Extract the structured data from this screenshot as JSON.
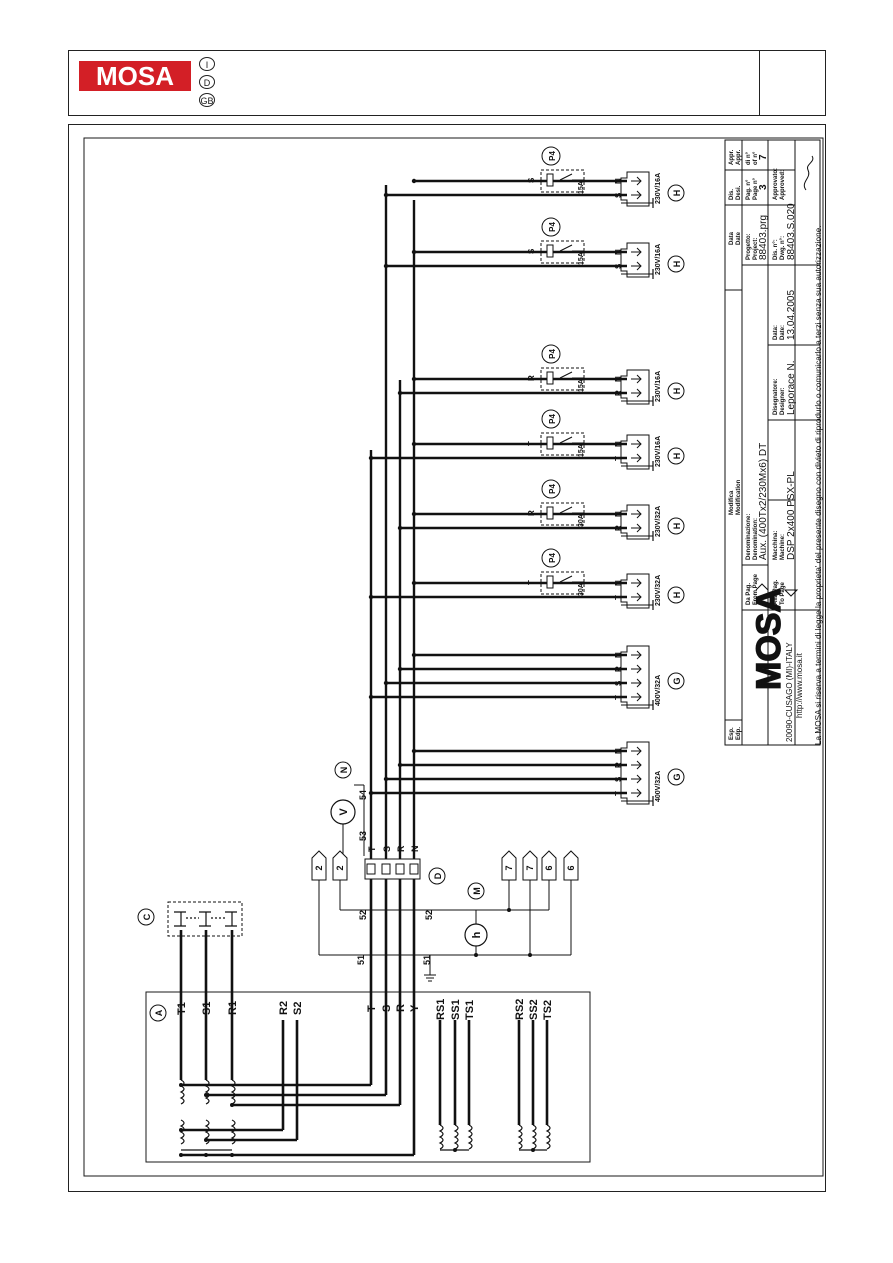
{
  "header": {
    "brand": "MOSA",
    "languages": [
      "I",
      "D",
      "GB"
    ]
  },
  "components": {
    "A": "A",
    "C": "C",
    "D": "D",
    "G": "G",
    "H": "H",
    "M": "M",
    "N": "N",
    "P4": "P4",
    "voltmeter": "V",
    "hourmeter": "h"
  },
  "generator_terminals": {
    "main": [
      "T1",
      "S1",
      "R1",
      "R2",
      "S2"
    ],
    "outputs": [
      "T",
      "S",
      "R",
      "Y"
    ],
    "aux": [
      "RS1",
      "SS1",
      "TS1",
      "RS2",
      "SS2",
      "TS2"
    ]
  },
  "wire_numbers": [
    "51",
    "51",
    "52",
    "52",
    "53",
    "54"
  ],
  "bus_labels": [
    "T",
    "S",
    "R",
    "N"
  ],
  "connectors": [
    "2",
    "2",
    "7",
    "7",
    "6",
    "6"
  ],
  "sockets": [
    {
      "type": "G",
      "rating": "400V/32A",
      "pins": [
        "N",
        "R",
        "S",
        "T"
      ]
    },
    {
      "type": "G",
      "rating": "400V/32A",
      "pins": [
        "N",
        "R",
        "S",
        "T"
      ]
    },
    {
      "type": "H",
      "rating": "230V/32A",
      "pins": [
        "N",
        "T"
      ],
      "breaker": "30A",
      "phase": "T"
    },
    {
      "type": "H",
      "rating": "230V/32A",
      "pins": [
        "N",
        "R"
      ],
      "breaker": "30A",
      "phase": "R"
    },
    {
      "type": "H",
      "rating": "230V/16A",
      "pins": [
        "N",
        "T"
      ],
      "breaker": "15A",
      "phase": "T"
    },
    {
      "type": "H",
      "rating": "230V/16A",
      "pins": [
        "N",
        "R"
      ],
      "breaker": "15A",
      "phase": "R"
    },
    {
      "type": "H",
      "rating": "230V/16A",
      "pins": [
        "N",
        "S"
      ],
      "breaker": "15A",
      "phase": "S"
    },
    {
      "type": "H",
      "rating": "230V/16A",
      "pins": [
        "N",
        "S"
      ],
      "breaker": "15A",
      "phase": "S"
    }
  ],
  "title_block": {
    "esp": "Esp.",
    "edp": "Edp.",
    "modifica": "Modifica",
    "modification": "Modification",
    "data_label": "Data",
    "date_label": "Date",
    "dis_label": "Dis.",
    "des_label": "Desi.",
    "appr_label": "Appr.",
    "appr2_label": "Appr.",
    "address": "20090-CUSAGO (MI)-ITALY",
    "website": "http://www.mosa.it",
    "from_page_it": "Da Pag.",
    "from_page_en": "From Page",
    "to_page_it": "Alla Pag.",
    "to_page_en": "To Page",
    "denominazione_label": "Denominazione:",
    "denomination_label": "Denomination:",
    "denomination": "Aux. (400Tx2/230Mx6) DT",
    "macchina_label": "Macchina:",
    "machine_label": "Machine:",
    "machine": "DSP 2x400 PSX-PL",
    "disegnatore_label": "Disegnatore:",
    "designer_label": "Designer:",
    "designer": "Leporace N.",
    "data2_label": "Data:",
    "date2_label": "Date:",
    "date": "13.04.2005",
    "progetto_label": "Progetto:",
    "project_label": "Project:",
    "project": "88403.prg",
    "dis_n_label": "Dis. n°:",
    "dwg_n_label": "Dwg. n°:",
    "drawing_number": "88403.S.020",
    "pag_label": "Pag. n°",
    "page_label": "Page n°",
    "page": "3",
    "di_label": "di n°",
    "of_label": "of n°",
    "of": "7",
    "approvato_label": "Approvato:",
    "approved_label": "Approved:",
    "notice": "La MOSA si riserva a termini di legge la proprieta' del presente disegno con divieto di riprodurlo o comunicarlo a terzi senza sua autorizzazione."
  }
}
